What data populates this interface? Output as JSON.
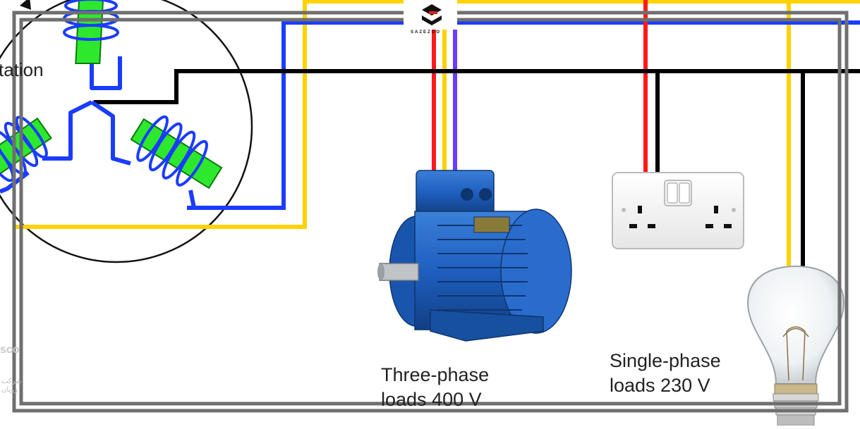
{
  "labels": {
    "rotation": "tation",
    "three_phase_line1": "Three-phase",
    "three_phase_line2": "loads 400 V",
    "single_phase_line1": "Single-phase",
    "single_phase_line2": "loads 230 V"
  },
  "logo": {
    "text": "SAZEZOO",
    "icon": "sazgoo-logo-icon"
  },
  "watermark": {
    "text": "sco",
    "sub_line1": "شرکت",
    "sub_line2": "رویان"
  },
  "colors": {
    "wire_red": "#ff1a1a",
    "wire_yellow": "#ffd200",
    "wire_blue": "#1a3cff",
    "wire_purple": "#6a3cff",
    "wire_black": "#000000",
    "coil_green": "#2ee82e",
    "frame_gray": "#6f6f6f",
    "motor_blue": "#1f5fbf"
  },
  "icons": {
    "motor": "electric-motor-icon",
    "socket": "double-socket-icon",
    "bulb": "light-bulb-icon",
    "coil": "stator-coil-icon"
  }
}
